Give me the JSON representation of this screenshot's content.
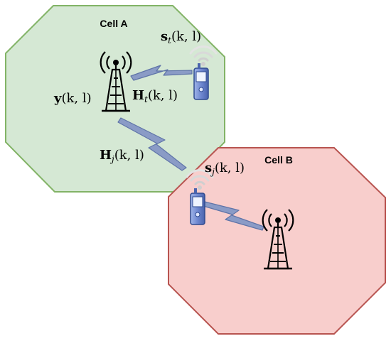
{
  "cells": [
    {
      "label": "Cell A",
      "fill": "#d5e8d4",
      "stroke": "#82b366"
    },
    {
      "label": "Cell B",
      "fill": "#f8cecc",
      "stroke": "#b85450"
    }
  ],
  "symbols": {
    "y": {
      "base": "y",
      "args": "(k, l)"
    },
    "Ht": {
      "base": "H",
      "sub": "t",
      "args": "(k, l)"
    },
    "Hj": {
      "base": "H",
      "sub": "j",
      "args": "(k, l)"
    },
    "st": {
      "base": "s",
      "sub": "t",
      "args": "(k, l)"
    },
    "sj": {
      "base": "s",
      "sub": "j",
      "args": "(k, l)"
    }
  },
  "link_color": "#8a9bc6",
  "icons": [
    "antenna-tower-icon",
    "mobile-phone-icon",
    "wifi-signal-icon",
    "lightning-link-icon"
  ]
}
